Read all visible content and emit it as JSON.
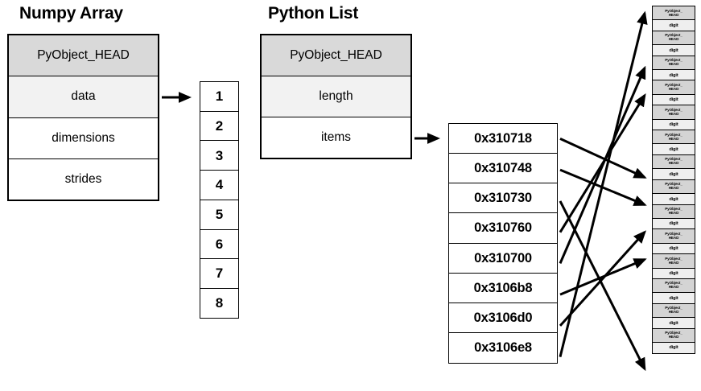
{
  "numpy_section": {
    "title": "Numpy Array",
    "struct_rows": [
      {
        "label": "PyObject_HEAD"
      },
      {
        "label": "data"
      },
      {
        "label": "dimensions"
      },
      {
        "label": "strides"
      }
    ],
    "data_cells": [
      "1",
      "2",
      "3",
      "4",
      "5",
      "6",
      "7",
      "8"
    ]
  },
  "list_section": {
    "title": "Python List",
    "struct_rows": [
      {
        "label": "PyObject_HEAD"
      },
      {
        "label": "length"
      },
      {
        "label": "items"
      }
    ],
    "addresses": [
      "0x310718",
      "0x310748",
      "0x310730",
      "0x310760",
      "0x310700",
      "0x3106b8",
      "0x3106d0",
      "0x3106e8"
    ]
  },
  "objects_column": {
    "pair_count": 14,
    "head_label_line1": "PyObject_",
    "head_label_line2": "HEAD",
    "value_label": "digit"
  },
  "pointer_map": [
    {
      "from": 0,
      "to": 6
    },
    {
      "from": 1,
      "to": 7
    },
    {
      "from": 2,
      "to": 13
    },
    {
      "from": 3,
      "to": 3
    },
    {
      "from": 4,
      "to": 2
    },
    {
      "from": 5,
      "to": 9
    },
    {
      "from": 6,
      "to": 8
    },
    {
      "from": 7,
      "to": 0
    }
  ],
  "colors": {
    "background": "#ffffff",
    "border": "#000000",
    "arrow": "#000000",
    "header_fill": "#d9d9d9",
    "light_fill": "#f2f2f2",
    "white_fill": "#ffffff",
    "object_head_fill": "#d4d4d4",
    "object_value_fill": "#efefef"
  }
}
